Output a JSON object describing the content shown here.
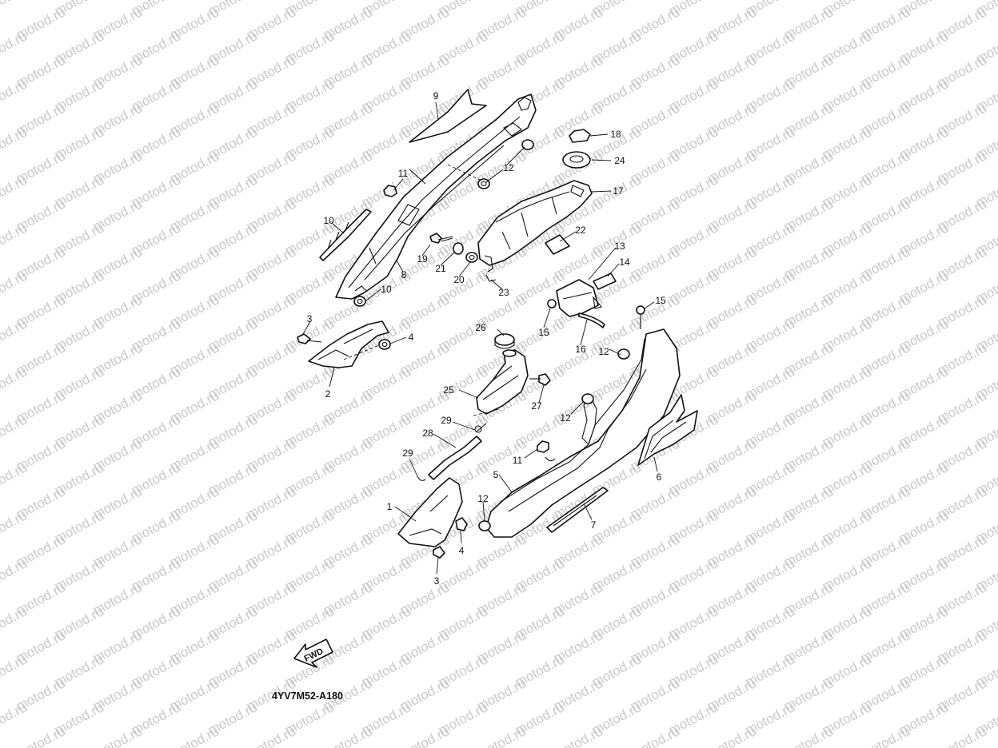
{
  "diagram": {
    "watermark_text": "motod.ru",
    "direction_label": "FWD",
    "reference_code": "4YV7M52-A180",
    "part_numbers": [
      "1",
      "2",
      "3",
      "4",
      "5",
      "6",
      "7",
      "8",
      "9",
      "10",
      "11",
      "12",
      "13",
      "14",
      "15",
      "16",
      "17",
      "18",
      "19",
      "20",
      "21",
      "22",
      "23",
      "24",
      "25",
      "26",
      "27",
      "28",
      "29"
    ]
  },
  "colors": {
    "line": "#111111",
    "watermark": "#c9c9c9",
    "background": "#ffffff"
  }
}
